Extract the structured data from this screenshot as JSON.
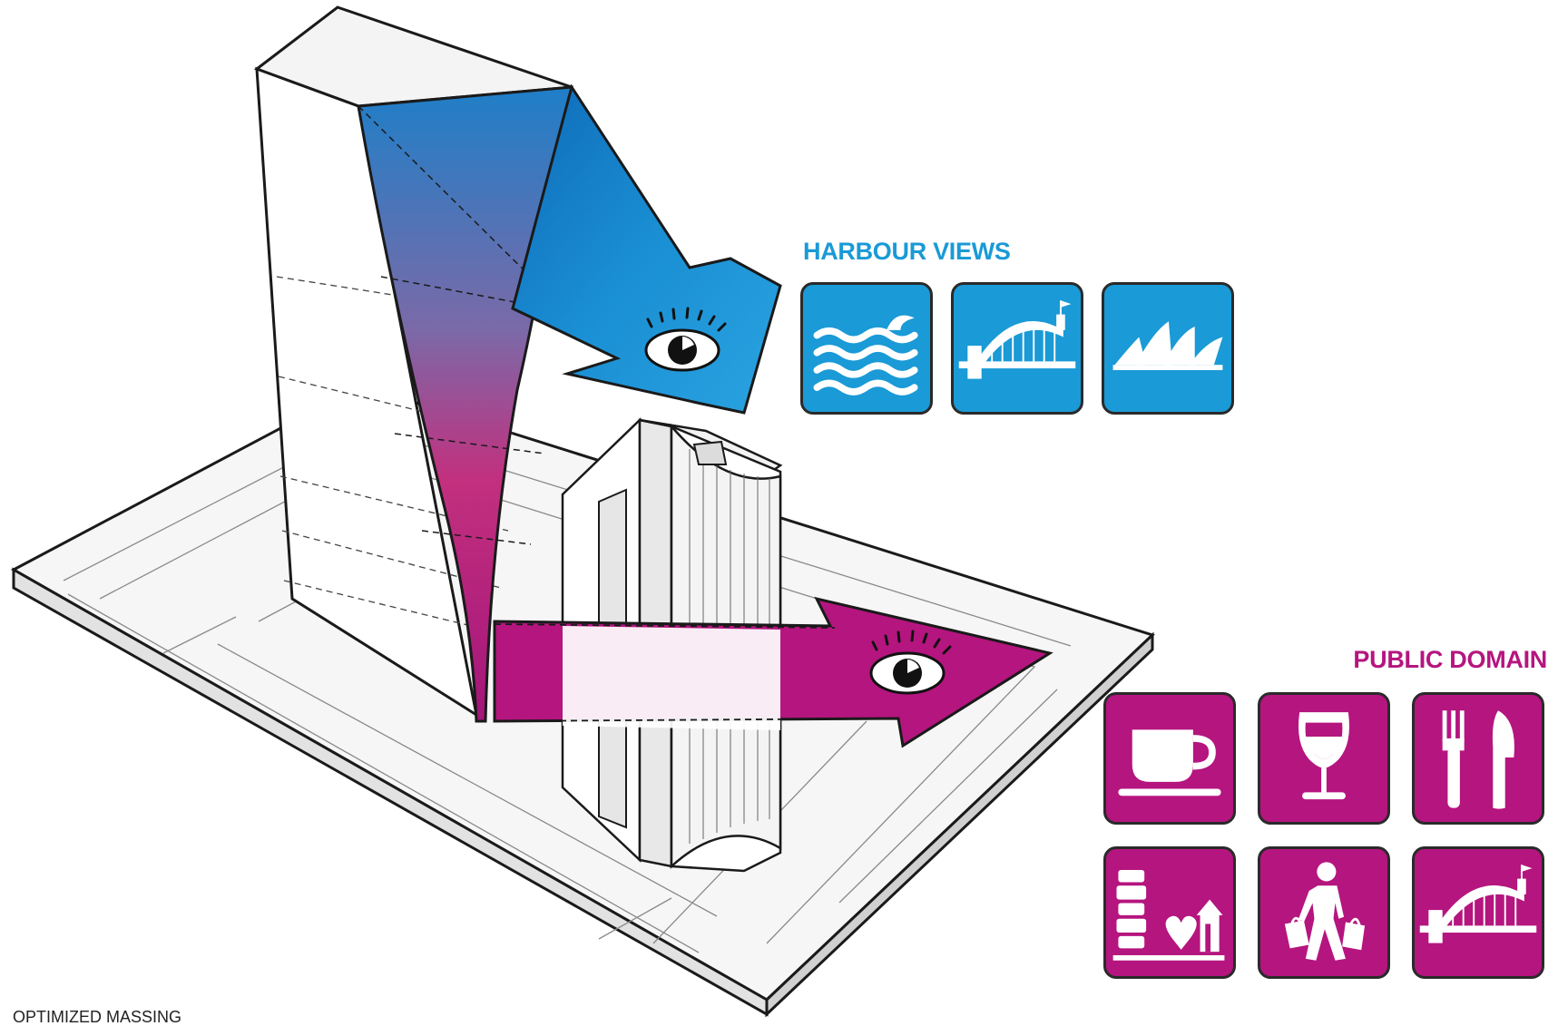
{
  "headings": {
    "harbour_views": "HARBOUR VIEWS",
    "public_domain": "PUBLIC DOMAIN"
  },
  "caption": "OPTIMIZED MASSING",
  "colors": {
    "harbour_blue": "#1a9ad6",
    "public_magenta": "#b5157f"
  },
  "icons": {
    "harbour": [
      "water-waves-icon",
      "harbour-bridge-icon",
      "opera-house-icon"
    ],
    "public": [
      "coffee-cup-icon",
      "wine-glass-icon",
      "fork-knife-icon",
      "stacked-goods-heart-icon",
      "shopper-walking-icon",
      "harbour-bridge-icon"
    ]
  }
}
